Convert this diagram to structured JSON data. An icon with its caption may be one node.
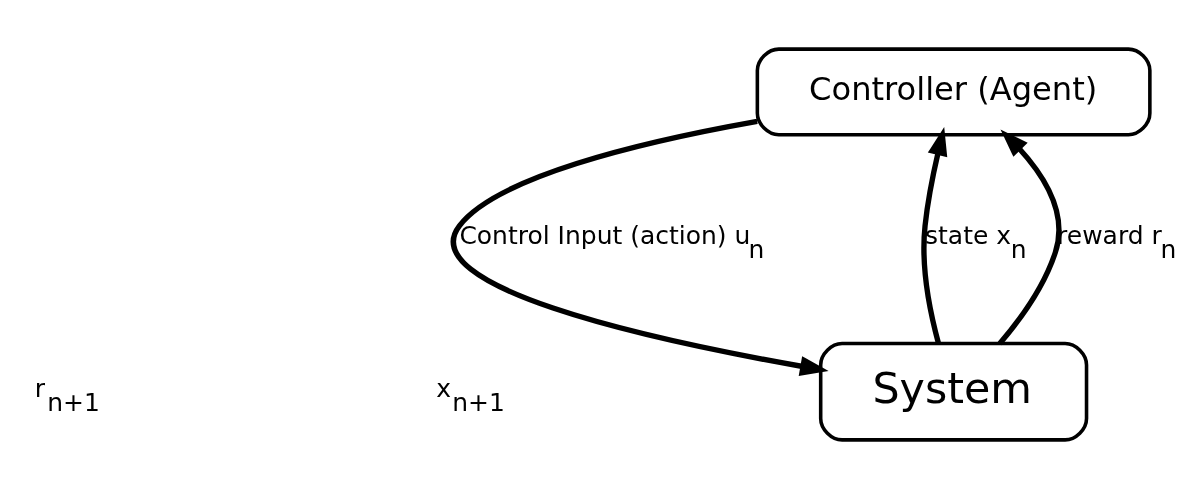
{
  "diagram": {
    "nodes": [
      {
        "text": [
          "Controller (Agent)"
        ]
      },
      {
        "text": [
          "System"
        ]
      }
    ],
    "edges": [
      {
        "from": 0,
        "to": 1,
        "arrow": "to",
        "label": "Control Input (action) u$_{n}$"
      },
      {
        "from": 1,
        "to": 0,
        "arrow": "to",
        "label": "state x$_{n}$"
      },
      {
        "from": 1,
        "to": 0,
        "arrow": "to",
        "label": "reward r$_{n}$"
      }
    ],
    "labels": [
      "r$_{n+1}$",
      "x$_{n+1}$"
    ]
  }
}
